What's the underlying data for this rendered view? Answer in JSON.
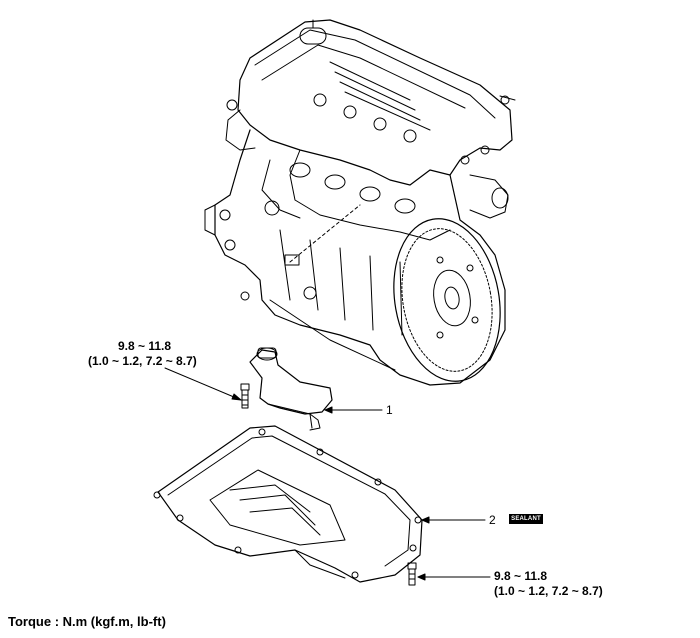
{
  "torque_top": {
    "line1": "9.8 ~ 11.8",
    "line2": "(1.0 ~ 1.2, 7.2 ~ 8.7)"
  },
  "torque_bottom": {
    "line1": "9.8 ~ 11.8",
    "line2": "(1.0 ~ 1.2, 7.2 ~ 8.7)"
  },
  "callouts": {
    "part1": "1",
    "part2": "2"
  },
  "sealant_badge": "SEALANT",
  "caption": "Torque : N.m (kgf.m, lb-ft)"
}
